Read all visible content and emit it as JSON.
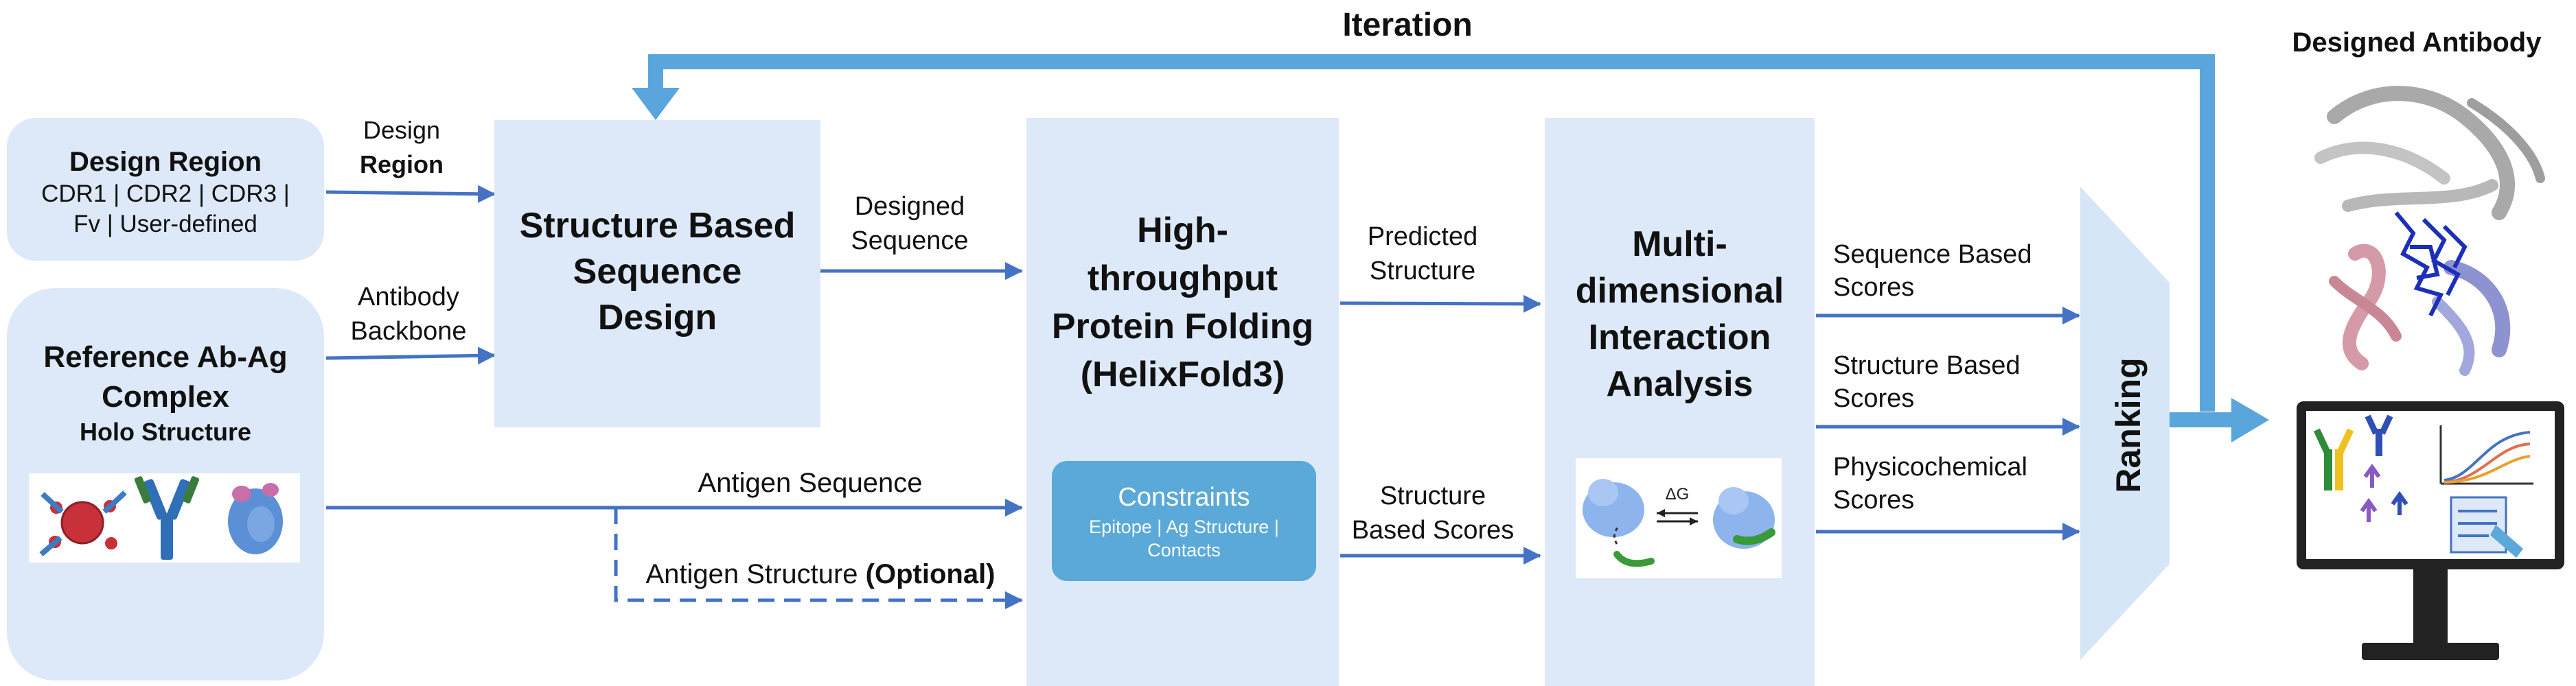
{
  "diagram": {
    "iteration": "Iteration",
    "designed_antibody": "Designed Antibody",
    "design_region": {
      "title": "Design Region",
      "options": [
        "CDR1 | CDR2 | CDR3 |",
        "Fv | User-defined"
      ]
    },
    "reference": {
      "title_lines": [
        "Reference Ab-Ag",
        "Complex"
      ],
      "subtitle": "Holo Structure"
    },
    "edge_labels": {
      "design_region": [
        "Design",
        "Region"
      ],
      "antibody_backbone": [
        "Antibody",
        "Backbone"
      ],
      "designed_sequence": [
        "Designed",
        "Sequence"
      ],
      "antigen_sequence": "Antigen Sequence",
      "antigen_structure": "Antigen Structure",
      "optional": "(Optional)",
      "predicted_structure": [
        "Predicted",
        "Structure"
      ],
      "structure_based_scores": [
        "Structure",
        "Based Scores"
      ],
      "sequence_based_scores": [
        "Sequence Based",
        "Scores"
      ],
      "structure_based_scores_2": [
        "Structure Based",
        "Scores"
      ],
      "physicochemical_scores": [
        "Physicochemical",
        "Scores"
      ]
    },
    "seq_design": [
      "Structure Based",
      "Sequence",
      "Design"
    ],
    "folding": [
      "High-",
      "throughput",
      "Protein Folding",
      "(HelixFold3)"
    ],
    "constraints": {
      "title": "Constraints",
      "items": [
        "Epitope | Ag Structure |",
        "Contacts"
      ]
    },
    "interaction": [
      "Multi-",
      "dimensional",
      "Interaction",
      "Analysis"
    ],
    "delta_g": "ΔG",
    "ranking": "Ranking"
  },
  "colors": {
    "box_fill": "#dde9f8",
    "arrow": "#4472c4",
    "iteration_arrow": "#5aa6dc",
    "constraints_fill": "#5aa9d8",
    "ranking_fill": "#d6e6f6"
  }
}
